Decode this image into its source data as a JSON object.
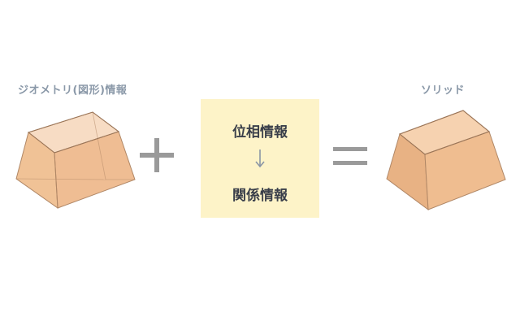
{
  "geometry": {
    "label": "ジオメトリ(図形)情報"
  },
  "topology": {
    "line1": "位相情報",
    "line2": "関係情報"
  },
  "solid": {
    "label": "ソリッド"
  },
  "colors": {
    "label": "#8a98a8",
    "box_fill": "#fdf3c8",
    "operator": "#9a9a9a",
    "shape_fill": "#f2c49b",
    "shape_edge": "#b08766"
  }
}
